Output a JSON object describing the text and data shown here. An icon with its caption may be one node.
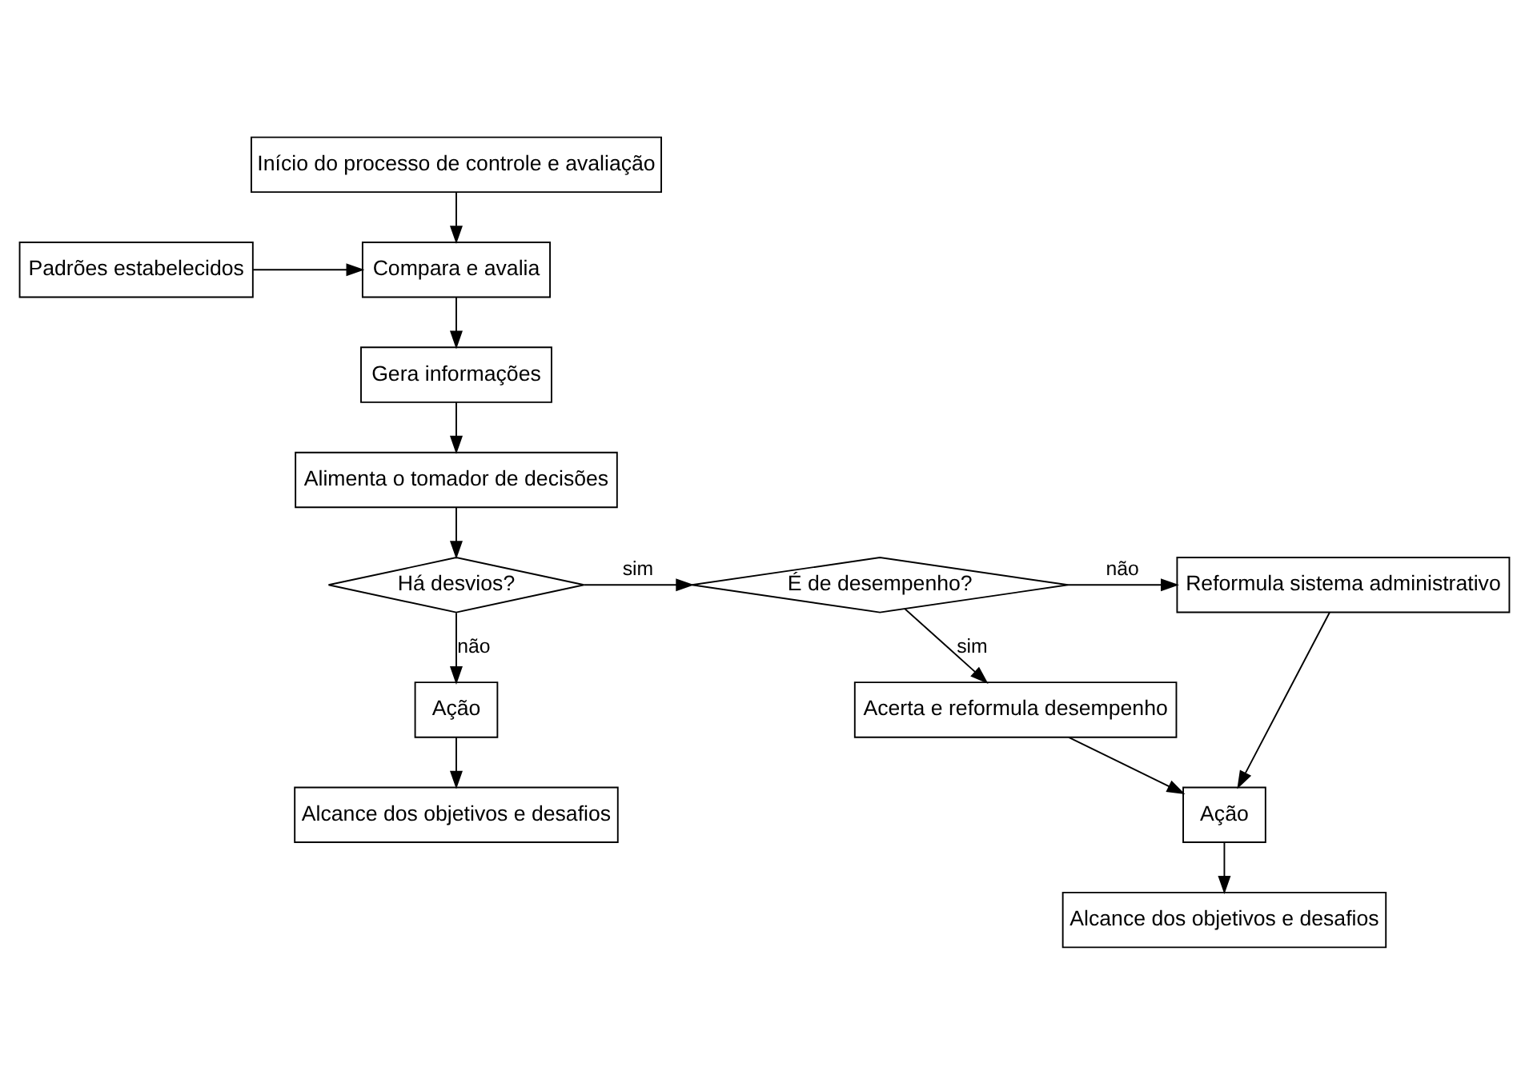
{
  "diagram": {
    "nodes": [
      {
        "text": [
          "Início do processo de controle e avaliação"
        ]
      },
      {
        "text": [
          "Padrões estabelecidos"
        ]
      },
      {
        "text": [
          "Compara e avalia"
        ]
      },
      {
        "text": [
          "Gera informações"
        ]
      },
      {
        "text": [
          "Alimenta o tomador de decisões"
        ]
      },
      {
        "text": [
          "Há desvios?"
        ]
      },
      {
        "text": [
          "Ação"
        ]
      },
      {
        "text": [
          "Alcance dos objetivos e desafios"
        ]
      },
      {
        "text": [
          "É de desempenho?"
        ]
      },
      {
        "text": [
          "Acerta e reformula desempenho"
        ]
      },
      {
        "text": [
          "Reformula sistema administrativo"
        ]
      },
      {
        "text": [
          "Ação"
        ]
      },
      {
        "text": [
          "Alcance dos objetivos e desafios"
        ]
      }
    ],
    "edges": [
      {
        "from": 0,
        "to": 2,
        "arrow": "to"
      },
      {
        "from": 1,
        "to": 2,
        "arrow": "to"
      },
      {
        "from": 2,
        "to": 3,
        "arrow": "to"
      },
      {
        "from": 3,
        "to": 4,
        "arrow": "to"
      },
      {
        "from": 4,
        "to": 5,
        "arrow": "to"
      },
      {
        "from": 5,
        "to": 6,
        "arrow": "to",
        "label": "não"
      },
      {
        "from": 6,
        "to": 7,
        "arrow": "to"
      },
      {
        "from": 5,
        "to": 8,
        "arrow": "to",
        "label": "sim"
      },
      {
        "from": 8,
        "to": 9,
        "arrow": "to",
        "label": "sim"
      },
      {
        "from": 8,
        "to": 10,
        "arrow": "to",
        "label": "não"
      },
      {
        "from": 9,
        "to": 11,
        "arrow": "to"
      },
      {
        "from": 10,
        "to": 11,
        "arrow": "to"
      },
      {
        "from": 11,
        "to": 12,
        "arrow": "to"
      }
    ]
  }
}
